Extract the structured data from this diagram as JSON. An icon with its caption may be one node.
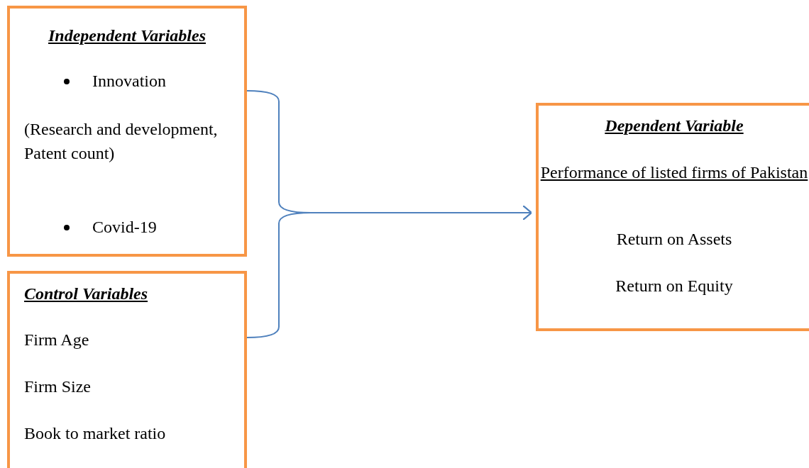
{
  "diagram": {
    "nodes": [
      {
        "text": [
          "Independent Variables",
          "Innovation",
          "(Research and development, Patent count)",
          "Covid-19"
        ]
      },
      {
        "text": [
          "Control Variables",
          "Firm Age",
          "Firm Size",
          "Book to market ratio"
        ]
      },
      {
        "text": [
          "Dependent Variable",
          "Performance of listed firms of Pakistan",
          "Return on Assets",
          "Return on Equity"
        ]
      }
    ],
    "edges": [
      {
        "from": 0,
        "to": 2,
        "arrow": "to"
      },
      {
        "from": 1,
        "to": 2,
        "arrow": "to"
      }
    ]
  }
}
